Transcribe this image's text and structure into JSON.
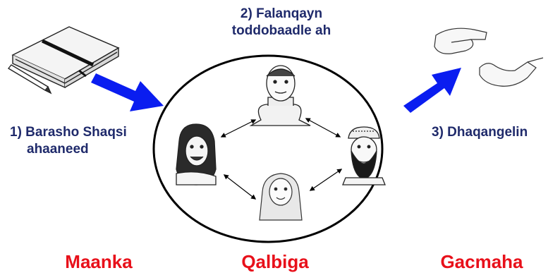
{
  "steps": {
    "step1": {
      "line1": "1) Barasho Shaqsi",
      "line2": "ahaaneed"
    },
    "step2": {
      "line1": "2) Falanqayn",
      "line2": "toddobaadle ah"
    },
    "step3": {
      "line1": "3) Dhaqangelin"
    }
  },
  "bottom_labels": {
    "left": "Maanka",
    "center": "Qalbiga",
    "right": "Gacmaha"
  },
  "colors": {
    "step_text": "#1f2a6b",
    "bottom_text": "#e8101a",
    "arrow": "#0a1df0",
    "outline": "#000000"
  },
  "icons": [
    "notebook-icon",
    "pen-icon",
    "man-portrait-icon",
    "woman-hijab-portrait-icon",
    "girl-scarf-portrait-icon",
    "bearded-man-cap-portrait-icon",
    "giving-hand-icon",
    "receiving-hand-icon"
  ]
}
